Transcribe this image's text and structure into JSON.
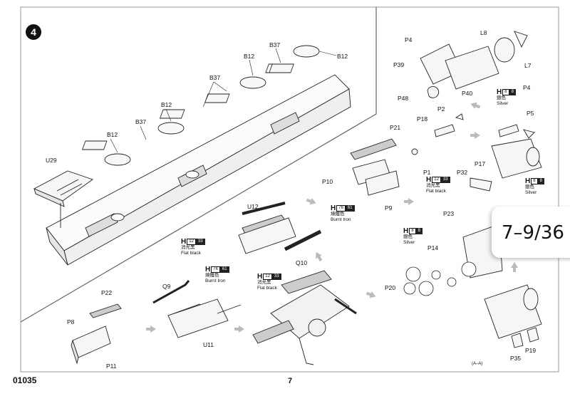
{
  "step": {
    "number": "4"
  },
  "footer": {
    "code": "01035",
    "page": "7"
  },
  "tab": {
    "text": "7–9/36"
  },
  "labels": {
    "U29": "U29",
    "B12": "B12",
    "B37": "B37",
    "U12": "U12",
    "Q10": "Q10",
    "Q9": "Q9",
    "U11": "U11",
    "P22": "P22",
    "P8": "P8",
    "P11": "P11",
    "P4": "P4",
    "L8": "L8",
    "L7": "L7",
    "P39": "P39",
    "P40": "P40",
    "P48": "P48",
    "P18": "P18",
    "P2": "P2",
    "P5": "P5",
    "P1": "P1",
    "P17": "P17",
    "P32": "P32",
    "P21": "P21",
    "P10": "P10",
    "P9": "P9",
    "P23": "P23",
    "P14": "P14",
    "P20": "P20",
    "P19": "P19",
    "P35": "P35",
    "AA": "(A–A)"
  },
  "paints": {
    "flat_black": {
      "H": "H",
      "code": "12",
      "code2": "33",
      "cn": "消光黑",
      "en": "Flat black"
    },
    "burnt_iron": {
      "H": "H",
      "code": "76",
      "code2": "61",
      "cn": "燒鐵色",
      "en": "Burnt Iron"
    },
    "silver": {
      "H": "H",
      "code": "8",
      "code2": "8",
      "cn": "銀色",
      "en": "Silver"
    }
  }
}
